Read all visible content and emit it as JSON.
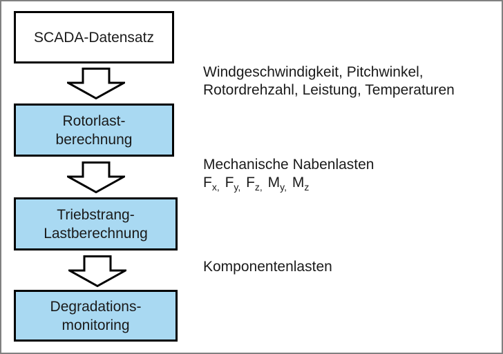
{
  "diagram": {
    "boxes": [
      {
        "line1": "SCADA-Datensatz",
        "line2": "",
        "fill": "#FFFFFF"
      },
      {
        "line1": "Rotorlast-",
        "line2": "berechnung",
        "fill": "#A9D9F2"
      },
      {
        "line1": "Triebstrang-",
        "line2": "Lastberechnung",
        "fill": "#A9D9F2"
      },
      {
        "line1": "Degradations-",
        "line2": "monitoring",
        "fill": "#A9D9F2"
      }
    ],
    "arrows": {
      "count": 3,
      "direction": "down",
      "fill": "#FFFFFF",
      "stroke": "#000000"
    },
    "annotations": [
      {
        "line1": "Windgeschwindigkeit, Pitchwinkel,",
        "line2": "Rotordrehzahl, Leistung, Temperaturen"
      },
      {
        "line1": "Mechanische Nabenlasten",
        "formula": [
          {
            "base": "F",
            "sub": "x,"
          },
          {
            "base": "F",
            "sub": "y,"
          },
          {
            "base": "F",
            "sub": "z,"
          },
          {
            "base": "M",
            "sub": "y,"
          },
          {
            "base": "M",
            "sub": "z"
          }
        ]
      },
      {
        "line1": "Komponentenlasten"
      }
    ],
    "colors": {
      "box_fill_blue": "#A9D9F2",
      "box_fill_white": "#FFFFFF",
      "box_border": "#000000",
      "canvas_border": "#808080",
      "background": "#FFFFFF",
      "text": "#1A1A1A"
    }
  }
}
